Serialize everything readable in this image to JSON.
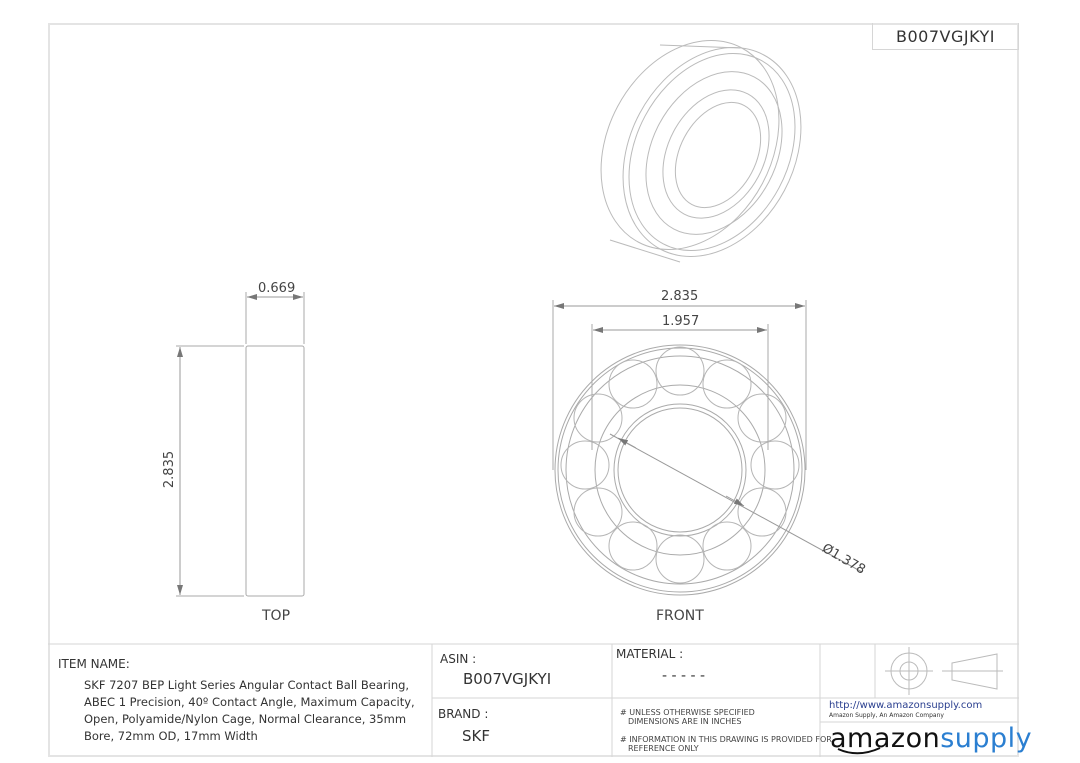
{
  "header": {
    "part_number": "B007VGJKYI"
  },
  "views": {
    "top": {
      "label": "TOP",
      "width_dim": "0.669",
      "height_dim": "2.835"
    },
    "front": {
      "label": "FRONT",
      "outer_dim": "2.835",
      "pitch_dim": "1.957",
      "bore_dim": "Ø1.378"
    },
    "isometric": {
      "label": "isometric-bearing-view"
    }
  },
  "title_block": {
    "item_name_label": "ITEM NAME:",
    "item_name_value": "SKF 7207 BEP Light Series Angular Contact Ball Bearing, ABEC 1 Precision, 40º Contact Angle, Maximum Capacity, Open, Polyamide/Nylon Cage, Normal Clearance, 35mm Bore, 72mm OD, 17mm Width",
    "asin_label": "ASIN :",
    "asin_value": "B007VGJKYI",
    "brand_label": "BRAND :",
    "brand_value": "SKF",
    "material_label": "MATERIAL :",
    "material_value": "- - - - -",
    "note_1_line1": "# UNLESS OTHERWISE SPECIFIED",
    "note_1_line2": "DIMENSIONS ARE IN INCHES",
    "note_2_line1": "# INFORMATION IN THIS DRAWING IS PROVIDED FOR",
    "note_2_line2": "REFERENCE ONLY",
    "url": "http://www.amazonsupply.com",
    "tagline": "Amazon Supply, An Amazon Company",
    "logo_part1": "amazon",
    "logo_part2": "supply",
    "colors": {
      "logo_blue": "#2b7fd1",
      "logo_black": "#111111",
      "url_blue": "#2a3f8f",
      "line_gray": "#bbbbbb"
    }
  }
}
